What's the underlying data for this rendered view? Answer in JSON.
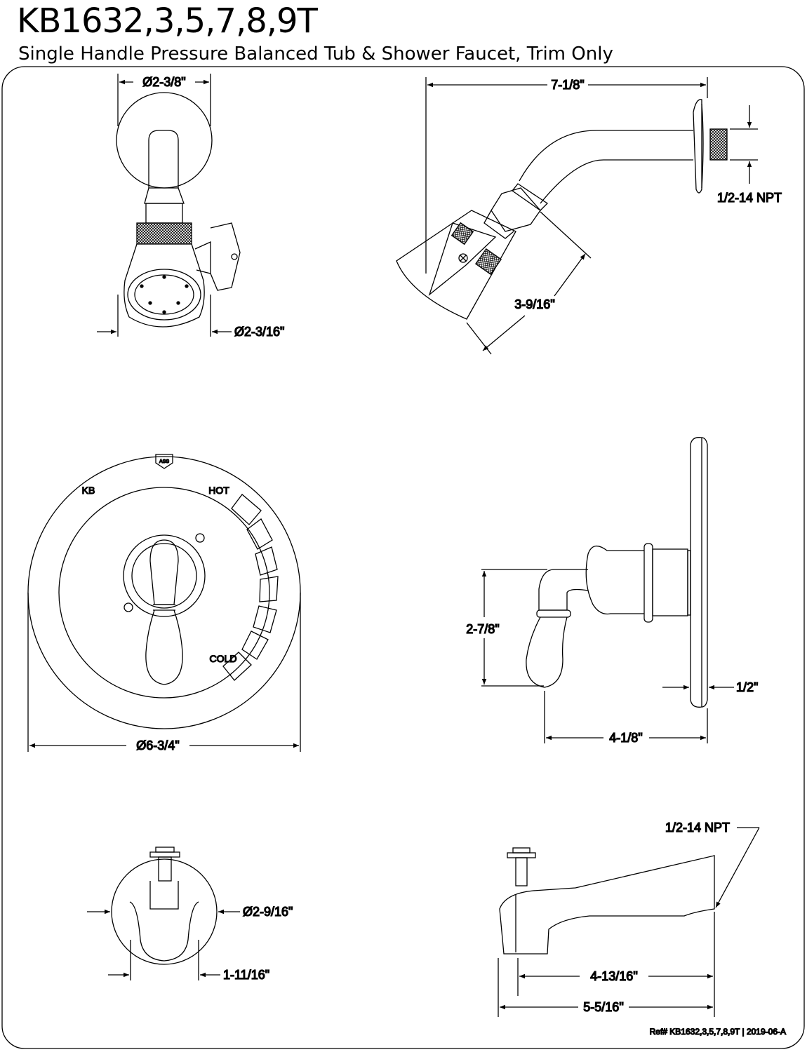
{
  "title": "KB1632,3,5,7,8,9T",
  "subtitle": "Single Handle Pressure Balanced Tub & Shower Faucet, Trim Only",
  "showerhead_front": {
    "flange_diameter": "Ø2-3/8\"",
    "head_diameter": "Ø2-3/16\""
  },
  "showerhead_side": {
    "arm_length": "7-1/8\"",
    "head_length": "3-9/16\"",
    "thread": "1/2-14 NPT"
  },
  "valve_front": {
    "plate_diameter": "Ø6-3/4\"",
    "label_kb": "KB",
    "label_hot": "HOT",
    "label_cold": "COLD"
  },
  "valve_side": {
    "height": "2-7/8\"",
    "projection": "4-1/8\"",
    "plate_thickness": "1/2\""
  },
  "spout_front": {
    "diameter": "Ø2-9/16\"",
    "width": "1-11/16\""
  },
  "spout_side": {
    "thread": "1/2-14 NPT",
    "inner_length": "4-13/16\"",
    "total_length": "5-5/16\""
  },
  "footer_ref": "Ref# KB1632,3,5,7,8,9T | 2019-06-A"
}
